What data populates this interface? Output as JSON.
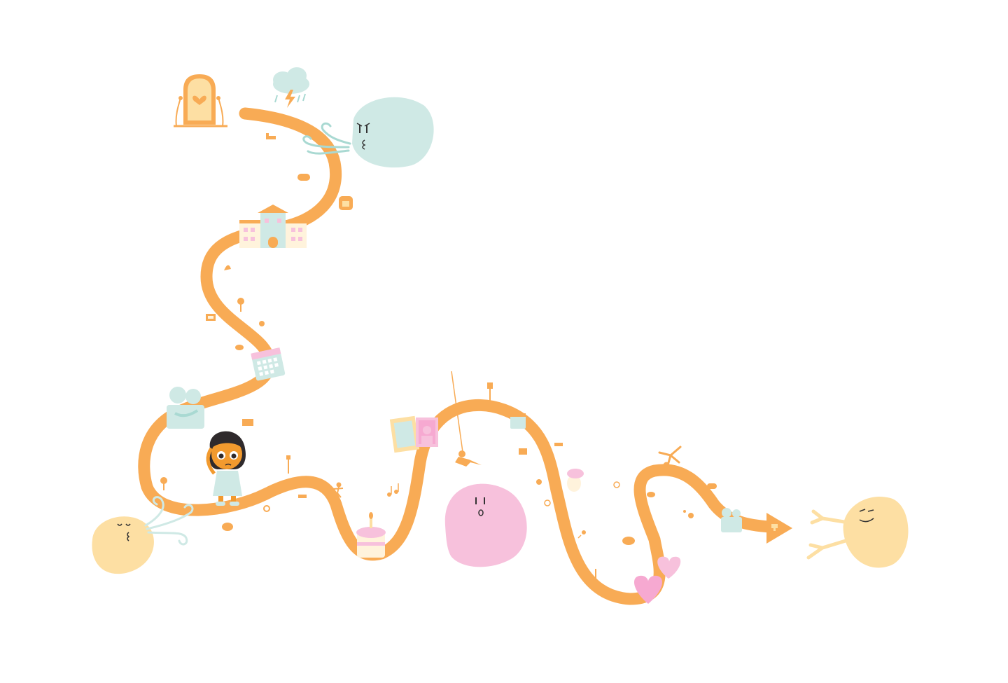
{
  "colors": {
    "path": "#f8ab55",
    "mint": "#cfe9e5",
    "mint_dark": "#a9d9d2",
    "pink": "#f7c1dc",
    "pink_bright": "#f6a9d1",
    "peach": "#fddfa3",
    "cream": "#fff3dc",
    "girl_skin": "#f29a2e",
    "girl_hair": "#2f2a2c"
  },
  "elements": {
    "start_icon": "arched-door-heart-icon",
    "storm_icon": "storm-cloud-icon",
    "school_icon": "school-building-icon",
    "calendar_icon": "calendar-icon",
    "hug_icon": "hugging-people-icon",
    "cake_icon": "birthday-cake-icon",
    "photos_icon": "photo-frames-icon",
    "swing_icon": "girl-on-rope-swing-icon",
    "hearts_icon": "hearts-icon",
    "blob_mint": "angry-blowing-blob",
    "blob_peach": "blowing-blob",
    "blob_pink": "surprised-blob",
    "blob_end": "happy-blob-with-arms",
    "girl": "worried-girl-character",
    "arrow": "path-end-arrow-icon"
  }
}
